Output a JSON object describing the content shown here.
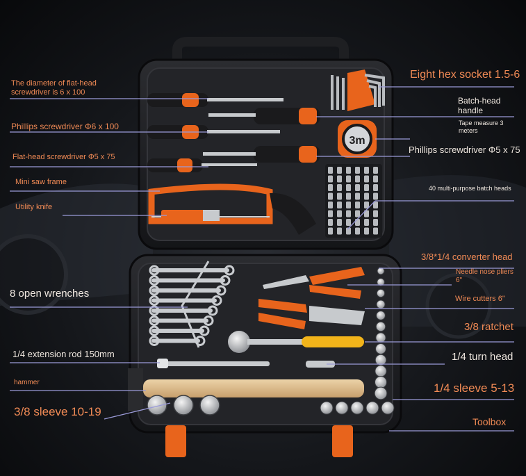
{
  "colors": {
    "label_orange": "#f08a55",
    "label_white": "#f0e8e0",
    "leader_line": "#9a9ad8",
    "case_black": "#1c1d20",
    "tool_orange": "#e8641c",
    "wood_handle": "#d9b98a"
  },
  "labels": {
    "flat_screwdriver_6x100": "The diameter of flat-head screwdriver is 6 x 100",
    "phillips_6x100": "Phillips screwdriver Φ6 x 100",
    "flat_screwdriver_5x75": "Flat-head screwdriver Φ5 x 75",
    "mini_saw_frame": "Mini saw frame",
    "utility_knife": "Utility knife",
    "open_wrenches": "8 open wrenches",
    "extension_rod": "1/4 extension rod 150mm",
    "hammer": "hammer",
    "sleeve_3_8": "3/8 sleeve 10-19",
    "hex_socket": "Eight hex socket 1.5-6",
    "batch_head_handle": "Batch-head handle",
    "tape_measure": "Tape measure 3 meters",
    "phillips_5x75": "Phillips screwdriver Φ5 x 75",
    "batch_heads": "40 multi-purpose batch heads",
    "converter_head": "3/8*1/4 converter head",
    "needle_nose_pliers": "Needle nose pliers 6\"",
    "wire_cutters": "Wire cutters 6\"",
    "ratchet": "3/8 ratchet",
    "turn_head": "1/4 turn head",
    "sleeve_1_4": "1/4 sleeve 5-13",
    "toolbox": "Toolbox"
  },
  "tape_text": "3m"
}
